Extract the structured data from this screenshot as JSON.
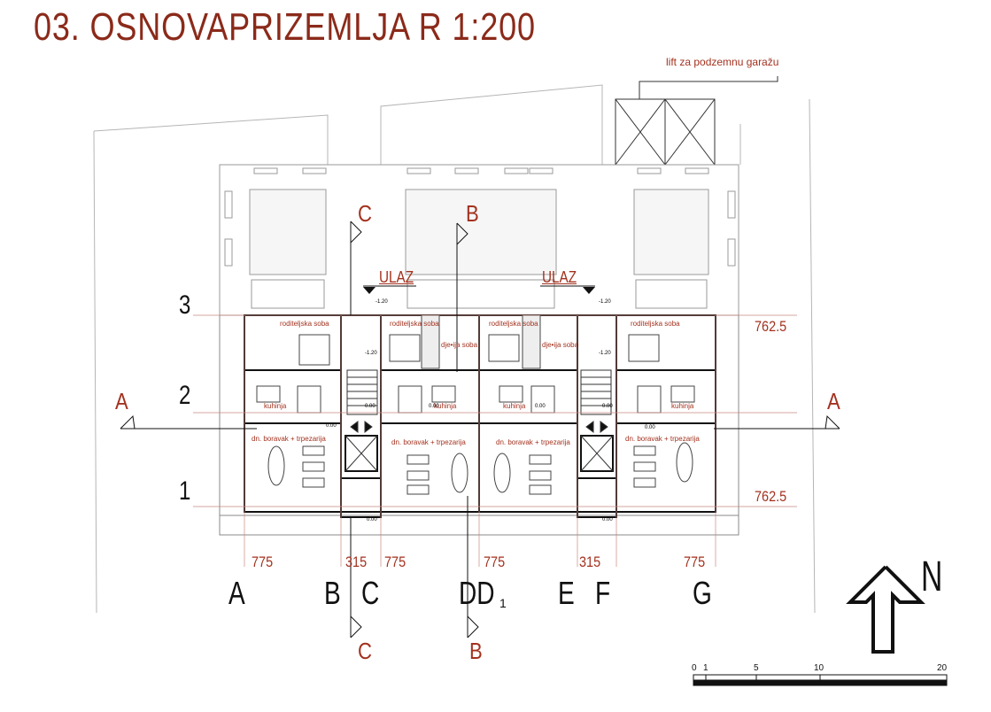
{
  "title": "03.   OSNOVAPRIZEMLJA R 1:200",
  "annotations": {
    "lift": "lift za podzemnu garažu",
    "entrance_left": "ULAZ",
    "entrance_right": "ULAZ"
  },
  "grid_rows": [
    "3",
    "2",
    "1"
  ],
  "grid_columns": [
    "A",
    "B",
    "C",
    "DD",
    "1",
    "E",
    "F",
    "G"
  ],
  "sections": {
    "a_left": "A",
    "a_right": "A",
    "c_top": "C",
    "c_bottom": "C",
    "b_top": "B",
    "b_bottom": "B"
  },
  "dimensions": {
    "d1": "775",
    "d2": "315",
    "d3": "775",
    "d4": "775",
    "d5": "315",
    "d6": "775",
    "elev_top": "762.5",
    "elev_bottom": "762.5"
  },
  "rooms": {
    "u1_parent": "roditeljska soba",
    "u1_kitchen": "kuhinja",
    "u1_living": "dn. boravak + trpezarija",
    "u2_parent": "roditeljska soba",
    "u2_child": "dje•ija soba",
    "u2_kitchen": "kuhinja",
    "u2_living": "dn. boravak + trpezarija",
    "u3_parent": "roditeljska soba",
    "u3_child": "dje•ija soba",
    "u3_kitchen": "kuhinja",
    "u3_living": "dn. boravak + trpezarija",
    "u4_parent": "roditeljska soba",
    "u4_kitchen": "kuhinja",
    "u4_living": "dn. boravak + trpezarija"
  },
  "levels": {
    "l1": "0.00",
    "l2": "0.00",
    "l3": "0.00",
    "l4": "0.00",
    "l5": "0.00",
    "l6": "0.00",
    "l7": "0.00",
    "l8": "0.00",
    "l9": "-1.20",
    "l10": "-1.20",
    "l11": "-1.20",
    "l12": "-1.20"
  },
  "north": "N",
  "scale_bar": {
    "ticks": [
      "0",
      "1",
      "5",
      "10",
      "20"
    ]
  },
  "colors": {
    "accent": "#a3321f",
    "title": "#8b2a1a",
    "line": "#111111",
    "light": "#b5b5b5"
  }
}
